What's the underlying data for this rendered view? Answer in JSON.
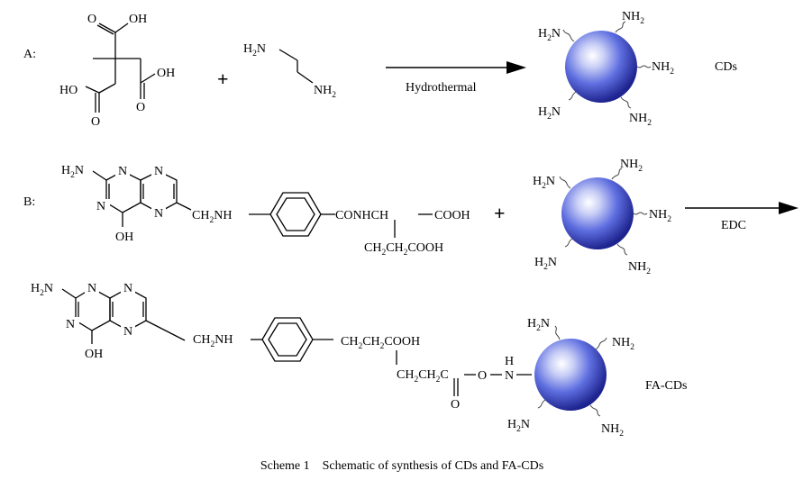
{
  "labels": {
    "a": "A:",
    "b": "B:",
    "plus": "+",
    "hydrothermal": "Hydrothermal",
    "edc": "EDC",
    "cds": "CDs",
    "fa_cds": "FA-CDs"
  },
  "chem": {
    "oh": "OH",
    "ho": "HO",
    "o": "O",
    "n": "N",
    "h": "H",
    "h2": "H",
    "h2n_sub": "2",
    "nh2": "NH",
    "h2n": "H",
    "ch2nh": "CH",
    "conhch": "CONHCH",
    "cooh": "COOH",
    "ch2ch2cooh": "CH",
    "ch2ch2cooh_b": "CH",
    "ch2ch2c": "CH",
    "o_n": "O",
    "n_link": "N",
    "two": "2"
  },
  "caption": "Scheme 1　Schematic of synthesis of CDs and FA-CDs",
  "colors": {
    "sphere_light": "#dfe3fb",
    "sphere_mid": "#5b6de0",
    "sphere_dark": "#20269a"
  }
}
